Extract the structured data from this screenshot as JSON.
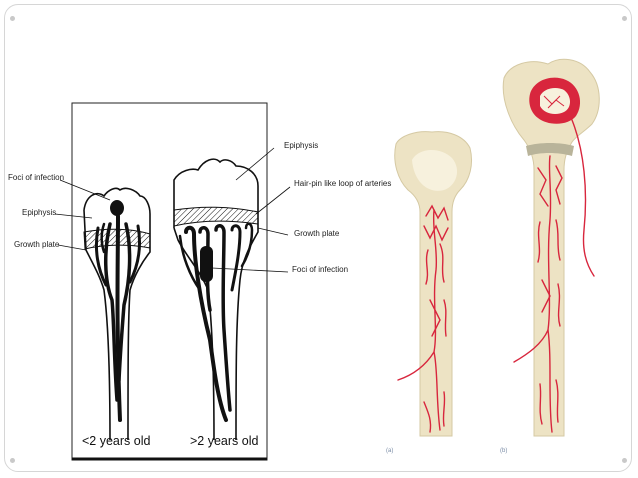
{
  "labels": {
    "foci_left": "Foci of infection",
    "epiphysis_left": "Epiphysis",
    "growth_plate_left": "Growth plate",
    "epiphysis_right": "Epiphysis",
    "hairpin": "Hair-pin like loop of arteries",
    "growth_plate_right": "Growth plate",
    "foci_right": "Foci of infection"
  },
  "ages": {
    "under": "<2 years old",
    "over": ">2 years old"
  },
  "captions": {
    "a": "(a)",
    "b": "(b)"
  },
  "colors": {
    "bone": "#ede3c4",
    "marrow": "#f7f1dd",
    "vessel": "#d8263d",
    "ink": "#111111"
  }
}
